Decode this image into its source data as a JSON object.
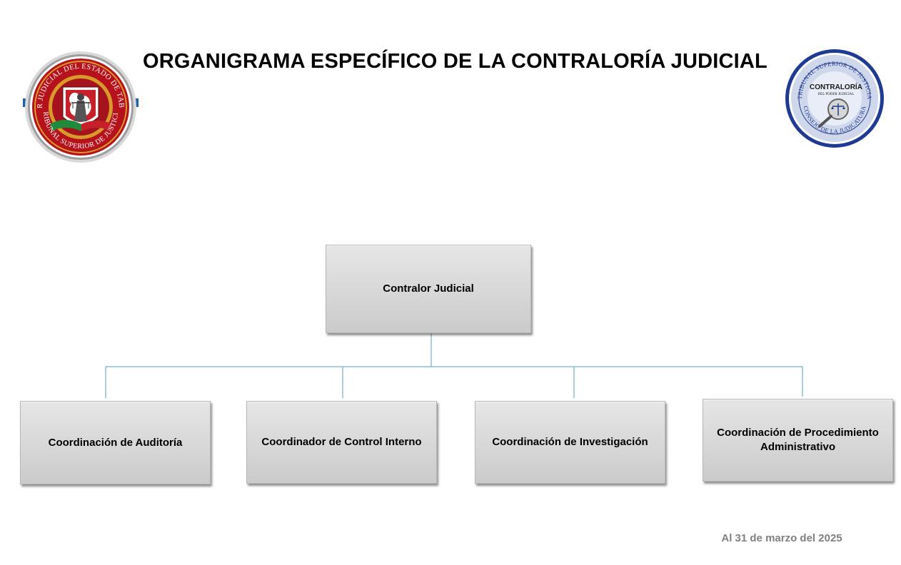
{
  "header": {
    "title": "ORGANIGRAMA ESPECÍFICO DE LA CONTRALORÍA JUDICIAL"
  },
  "logos": {
    "left": {
      "top_text": "PODER JUDICIAL DEL ESTADO DE TABASCO",
      "bottom_text": "TRIBUNAL SUPERIOR DE JUSTICIA"
    },
    "right": {
      "top_text": "TRIBUNAL SUPERIOR DE JUSTICIA",
      "bottom_text": "CONSEJO DE LA JUDICATURA",
      "center_title": "CONTRALORÍA",
      "center_subtitle": "DEL PODER JUDICIAL"
    }
  },
  "org": {
    "root": "Contralor Judicial",
    "children": [
      "Coordinación de Auditoría",
      "Coordinador de Control Interno",
      "Coordinación de Investigación",
      "Coordinación de Procedimiento Administrativo"
    ]
  },
  "footer": {
    "date": "Al 31 de marzo del 2025"
  },
  "colors": {
    "connector": "#4f9fc2",
    "footer_text": "#808080",
    "box_border": "#b8b8b8",
    "seal_red": "#b5121b",
    "seal_gold": "#d89b2b",
    "seal_ring_gray": "#a6a6a6",
    "seal_navy": "#1f3a93"
  }
}
